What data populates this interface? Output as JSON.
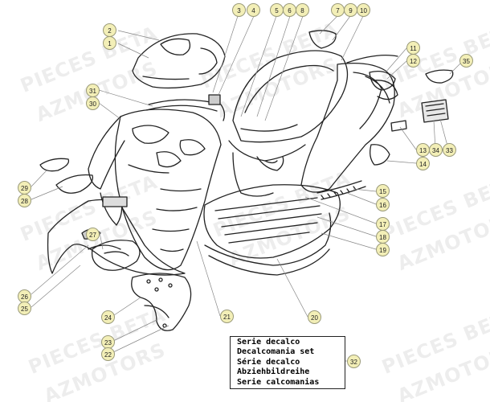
{
  "watermark": {
    "line1": "PIECES BETA",
    "line2": "AZMOTORS"
  },
  "callouts": {
    "c1": "1",
    "c2": "2",
    "c3": "3",
    "c4": "4",
    "c5": "5",
    "c6": "6",
    "c7": "7",
    "c8": "8",
    "c9": "9",
    "c10": "10",
    "c11": "11",
    "c12": "12",
    "c13": "13",
    "c14": "14",
    "c15": "15",
    "c16": "16",
    "c17": "17",
    "c18": "18",
    "c19": "19",
    "c20": "20",
    "c21": "21",
    "c22": "22",
    "c23": "23",
    "c24": "24",
    "c25": "25",
    "c26": "26",
    "c27": "27",
    "c28": "28",
    "c29": "29",
    "c30": "30",
    "c31": "31",
    "c32": "32",
    "c33": "33",
    "c34": "34",
    "c35": "35"
  },
  "decal_set": {
    "line1": "Serie decalco",
    "line2": "Decalcomania set",
    "line3": "Série decalco",
    "line4": "Abziehbildreihe",
    "line5": "Serie calcomanias"
  },
  "colors": {
    "callout_fill": "#f3efb7",
    "line": "#222222"
  }
}
